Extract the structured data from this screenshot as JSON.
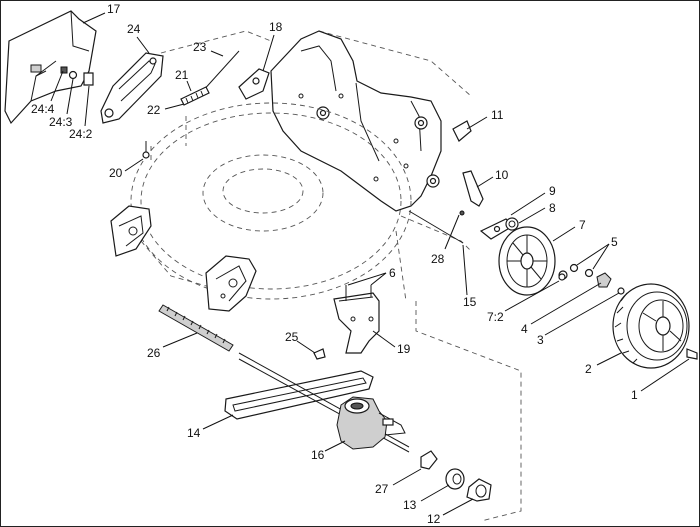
{
  "title": "",
  "callouts": [
    {
      "id": "c17",
      "text": "17"
    },
    {
      "id": "c24",
      "text": "24"
    },
    {
      "id": "c24_4",
      "text": "24:4"
    },
    {
      "id": "c24_3",
      "text": "24:3"
    },
    {
      "id": "c24_2",
      "text": "24:2"
    },
    {
      "id": "c23",
      "text": "23"
    },
    {
      "id": "c21",
      "text": "21"
    },
    {
      "id": "c22",
      "text": "22"
    },
    {
      "id": "c18",
      "text": "18"
    },
    {
      "id": "c20",
      "text": "20"
    },
    {
      "id": "c11",
      "text": "11"
    },
    {
      "id": "c10",
      "text": "10"
    },
    {
      "id": "c9",
      "text": "9"
    },
    {
      "id": "c8",
      "text": "8"
    },
    {
      "id": "c7",
      "text": "7"
    },
    {
      "id": "c5",
      "text": "5"
    },
    {
      "id": "c28",
      "text": "28"
    },
    {
      "id": "c15",
      "text": "15"
    },
    {
      "id": "c6",
      "text": "6"
    },
    {
      "id": "c7_2",
      "text": "7:2"
    },
    {
      "id": "c4",
      "text": "4"
    },
    {
      "id": "c3",
      "text": "3"
    },
    {
      "id": "c26",
      "text": "26"
    },
    {
      "id": "c25",
      "text": "25"
    },
    {
      "id": "c19",
      "text": "19"
    },
    {
      "id": "c2",
      "text": "2"
    },
    {
      "id": "c1",
      "text": "1"
    },
    {
      "id": "c14",
      "text": "14"
    },
    {
      "id": "c16",
      "text": "16"
    },
    {
      "id": "c27",
      "text": "27"
    },
    {
      "id": "c13",
      "text": "13"
    },
    {
      "id": "c12",
      "text": "12"
    }
  ]
}
